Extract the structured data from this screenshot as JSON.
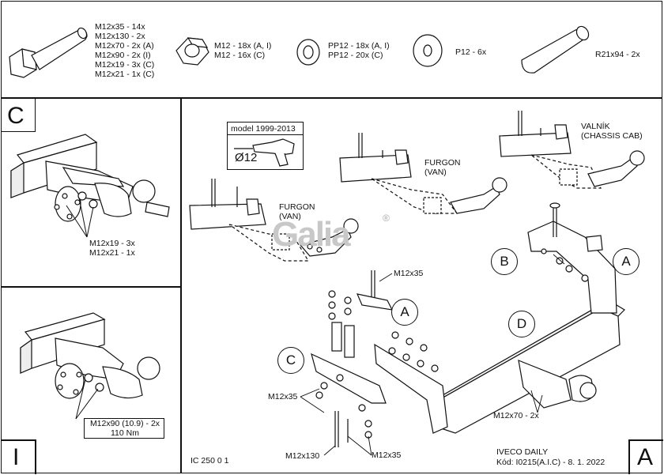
{
  "parts": {
    "bolt_label": "M12x35 - 14x\nM12x130 - 2x\nM12x70 - 2x (A)\nM12x90 - 2x (I)\nM12x19 - 3x (C)\nM12x21 - 1x (C)",
    "nut_label": "M12 - 18x (A, I)\nM12 - 16x (C)",
    "washer_label": "PP12 - 18x (A, I)\nPP12 - 20x (C)",
    "flat_washer_label": "P12 - 6x",
    "tube_label": "R21x94 - 2x"
  },
  "panel_c": {
    "letter": "C",
    "bolts_label": "M12x19 - 3x\nM12x21 - 1x"
  },
  "panel_i": {
    "letter": "I",
    "bolts_label": "M12x90 (10.9) - 2x\n110 Nm"
  },
  "main": {
    "letter": "A",
    "model_box": {
      "title": "model 1999-2013",
      "drill": "Ø12"
    },
    "variants": [
      {
        "label": "FURGON\n(VAN)"
      },
      {
        "label": "FURGON\n(VAN)"
      },
      {
        "label": "VALNÍK\n(CHASSIS CAB)"
      }
    ],
    "callouts": [
      "A",
      "B",
      "A",
      "C",
      "D"
    ],
    "labels": {
      "m12x35_top": "M12x35",
      "m12x35_left": "M12x35",
      "m12x130": "M12x130",
      "m12x35_bottom": "M12x35",
      "m12x70": "M12x70 - 2x"
    },
    "watermark": "Galia",
    "registered": "®",
    "code_left": "IC 250 0 1",
    "vehicle": "IVECO DAILY",
    "code_right": "Kód: I0215(A.I.C) - 8. 1. 2022"
  }
}
